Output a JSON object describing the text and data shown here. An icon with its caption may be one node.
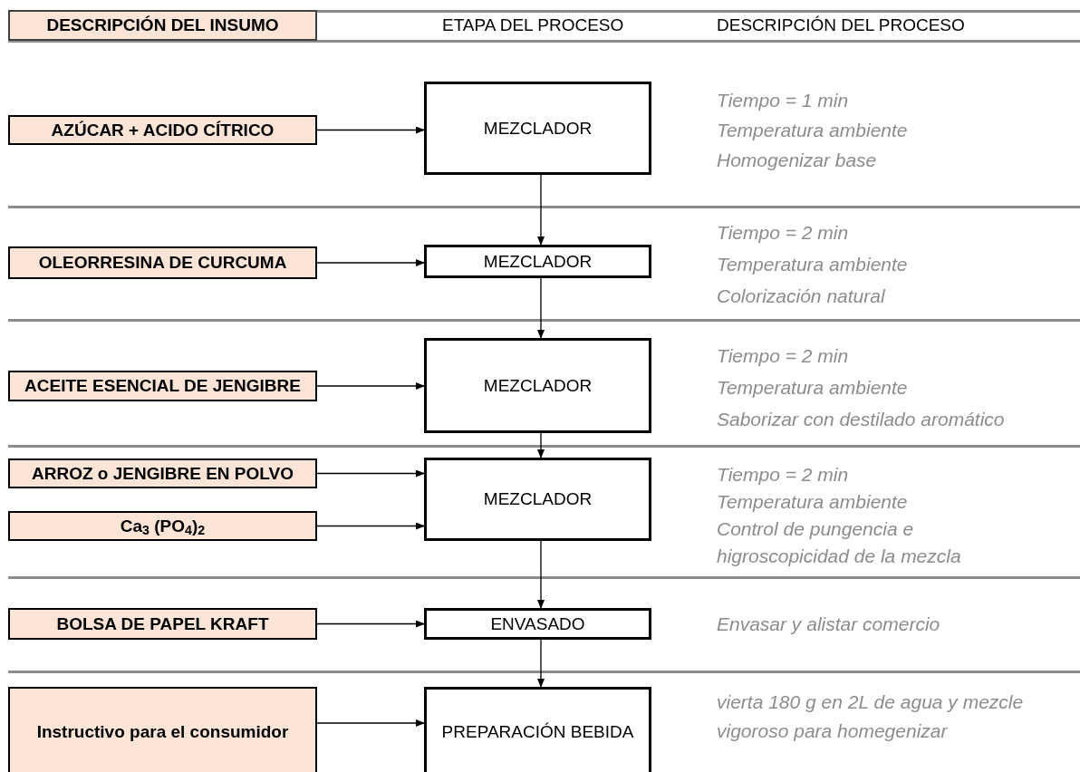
{
  "diagram": {
    "nodes": [
      {
        "text": [
          "DESCRIPCIÓN DEL INSUMO"
        ]
      },
      {
        "text": [
          "AZÚCAR + ACIDO CÍTRICO"
        ]
      },
      {
        "text": [
          "MEZCLADOR"
        ],
        "beside": [
          "Tiempo = 1 min",
          "Temperatura ambiente",
          "Homogenizar base"
        ]
      },
      {
        "text": [
          "OLEORRESINA DE CURCUMA"
        ]
      },
      {
        "text": [
          "MEZCLADOR"
        ],
        "beside": [
          "Tiempo = 2 min",
          "Temperatura ambiente",
          "Colorización natural"
        ]
      },
      {
        "text": [
          "ACEITE ESENCIAL DE JENGIBRE"
        ]
      },
      {
        "text": [
          "MEZCLADOR"
        ],
        "beside": [
          "Tiempo = 2 min",
          "Temperatura ambiente",
          "Saborizar con destilado aromático"
        ]
      },
      {
        "text": [
          "ARROZ o JENGIBRE EN POLVO"
        ]
      },
      {
        "text": [
          "**Ca**$_{3}$ (PO$_{4}$)$_{2}$"
        ]
      },
      {
        "text": [
          "MEZCLADOR"
        ],
        "beside": [
          "Tiempo = 2 min",
          "Temperatura ambiente",
          "Control de pungencia e higroscopicidad de la mezcla"
        ]
      },
      {
        "text": [
          "BOLSA DE PAPEL KRAFT"
        ]
      },
      {
        "text": [
          "ENVASADO"
        ],
        "beside": [
          "Envasar y alistar comercio"
        ]
      },
      {
        "text": [
          "Instructivo para el consumidor"
        ]
      },
      {
        "text": [
          "PREPARACIÓN  BEBIDA"
        ],
        "beside": [
          "vierta 180 g en 2L de agua  y mezcle vigoroso para homegenizar"
        ]
      }
    ],
    "edges": [
      {
        "from": 1,
        "to": 2,
        "arrow": "to"
      },
      {
        "from": 2,
        "to": 4,
        "arrow": "to"
      },
      {
        "from": 3,
        "to": 4,
        "arrow": "to"
      },
      {
        "from": 4,
        "to": 6,
        "arrow": "to"
      },
      {
        "from": 5,
        "to": 6,
        "arrow": "to"
      },
      {
        "from": 6,
        "to": 9,
        "arrow": "to"
      },
      {
        "from": 7,
        "to": 9,
        "arrow": "to"
      },
      {
        "from": 8,
        "to": 9,
        "arrow": "to"
      },
      {
        "from": 9,
        "to": 11,
        "arrow": "to"
      },
      {
        "from": 10,
        "to": 11,
        "arrow": "to"
      },
      {
        "from": 11,
        "to": 13,
        "arrow": "to"
      },
      {
        "from": 12,
        "to": 13,
        "arrow": "to"
      }
    ],
    "labels": [
      "ETAPA DEL PROCESO",
      "DESCRIPCIÓN DEL PROCESO"
    ]
  }
}
